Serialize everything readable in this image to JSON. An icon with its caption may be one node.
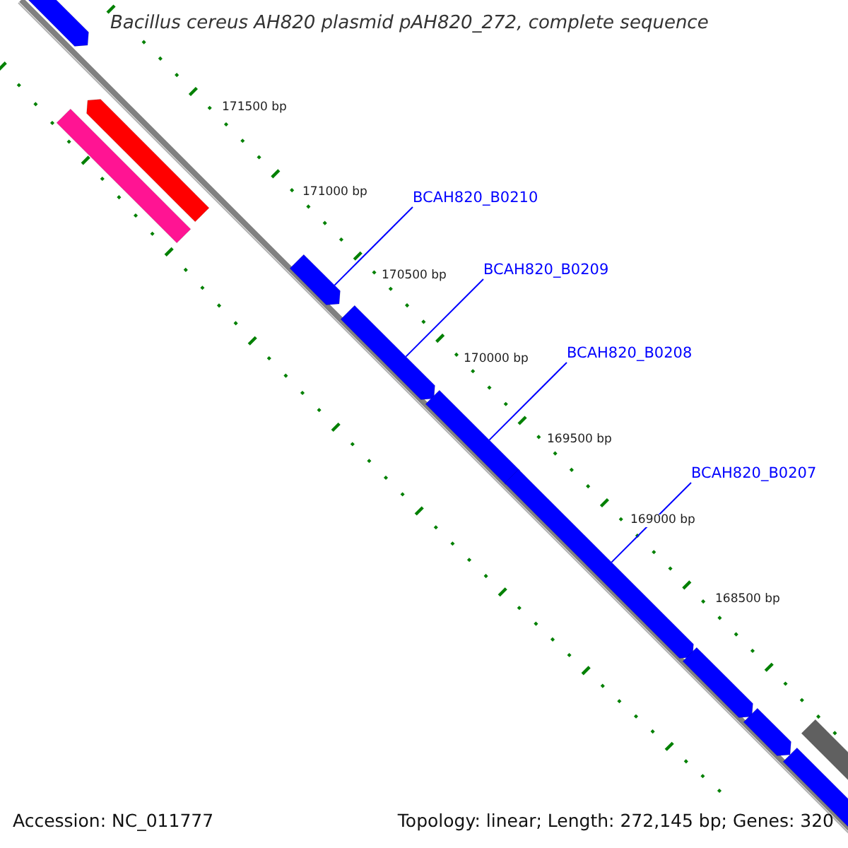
{
  "diagram": {
    "title": "Bacillus cereus AH820 plasmid pAH820_272, complete sequence",
    "nodes": [
      {
        "text": [
          "BCAH820_B0210"
        ]
      },
      {
        "text": [
          "BCAH820_B0209"
        ]
      },
      {
        "text": [
          "BCAH820_B0208"
        ]
      },
      {
        "text": [
          "BCAH820_B0207"
        ]
      },
      {
        "text": [],
        "shape": "arrow"
      },
      {
        "text": [],
        "shape": "arrow"
      },
      {
        "text": [],
        "shape": "bar"
      },
      {
        "text": [],
        "shape": "arrow"
      },
      {
        "text": [],
        "shape": "arrow"
      },
      {
        "text": [],
        "shape": "arrow"
      },
      {
        "text": [],
        "shape": "arrow"
      },
      {
        "text": [],
        "shape": "arrow"
      },
      {
        "text": [],
        "shape": "arrow"
      },
      {
        "text": [],
        "shape": "arrow"
      },
      {
        "text": [],
        "shape": "bar"
      }
    ],
    "edges": [
      {
        "from": 0,
        "to": 7,
        "arrow": "none"
      },
      {
        "from": 1,
        "to": 8,
        "arrow": "none"
      },
      {
        "from": 2,
        "to": 9,
        "arrow": "none"
      },
      {
        "from": 3,
        "to": 10,
        "arrow": "none"
      }
    ],
    "labels": [
      "171500 bp",
      "171000 bp",
      "170500 bp",
      "170000 bp",
      "169500 bp",
      "169000 bp",
      "168500 bp",
      "Accession: NC_011777",
      "Topology: linear; Length: 272,145 bp; Genes: 320"
    ]
  }
}
